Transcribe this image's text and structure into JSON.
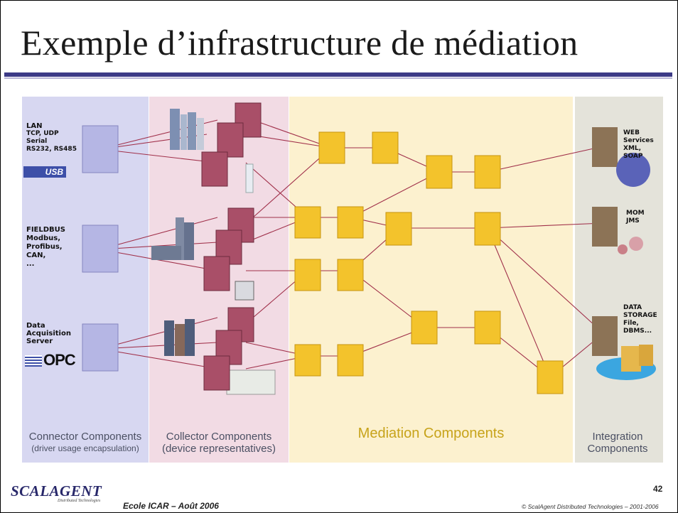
{
  "slide": {
    "title": "Exemple d’infrastructure de médiation",
    "page_number": "42",
    "footer": "Ecole ICAR – Août 2006",
    "copyright": "© ScalAgent Distributed Technologies – 2001-2006",
    "logo_text": "SCALAGENT",
    "logo_subtext": "Distributed Technologies"
  },
  "panels": {
    "connector": {
      "title": "Connector Components",
      "subtitle": "(driver usage encapsulation)"
    },
    "collector": {
      "title": "Collector Components",
      "subtitle": "(device representatives)"
    },
    "mediation": {
      "title": "Mediation Components"
    },
    "integration": {
      "title": "Integration Components"
    }
  },
  "sources": {
    "lan": {
      "title": "LAN",
      "lines": [
        "TCP, UDP",
        "Serial",
        "RS232, RS485"
      ],
      "badge": "USB"
    },
    "fieldbus": {
      "title": "FIELDBUS",
      "lines": [
        "Modbus,",
        "Profibus,",
        "CAN,",
        "..."
      ]
    },
    "daq": {
      "title": "Data",
      "lines": [
        "Acquisition",
        "Server"
      ],
      "badge": "OPC"
    }
  },
  "targets": {
    "web": {
      "title": "WEB",
      "lines": [
        "Services",
        "XML,",
        "SOAP"
      ]
    },
    "mom": {
      "title": "MOM",
      "lines": [
        "JMS"
      ]
    },
    "storage": {
      "title": "DATA",
      "lines": [
        "STORAGE",
        "File,",
        "DBMS..."
      ]
    }
  },
  "colors": {
    "connector_bg": "#d7d7f1",
    "collector_bg": "#f2dbe4",
    "mediation_bg": "#fcf1cf",
    "integration_bg": "#e4e3da",
    "agent_fill": "#f3c32c",
    "collector_fill": "#a94f68",
    "connector_fill": "#b5b6e4",
    "link": "#a0304a",
    "title_rule": "#3c3a86"
  }
}
